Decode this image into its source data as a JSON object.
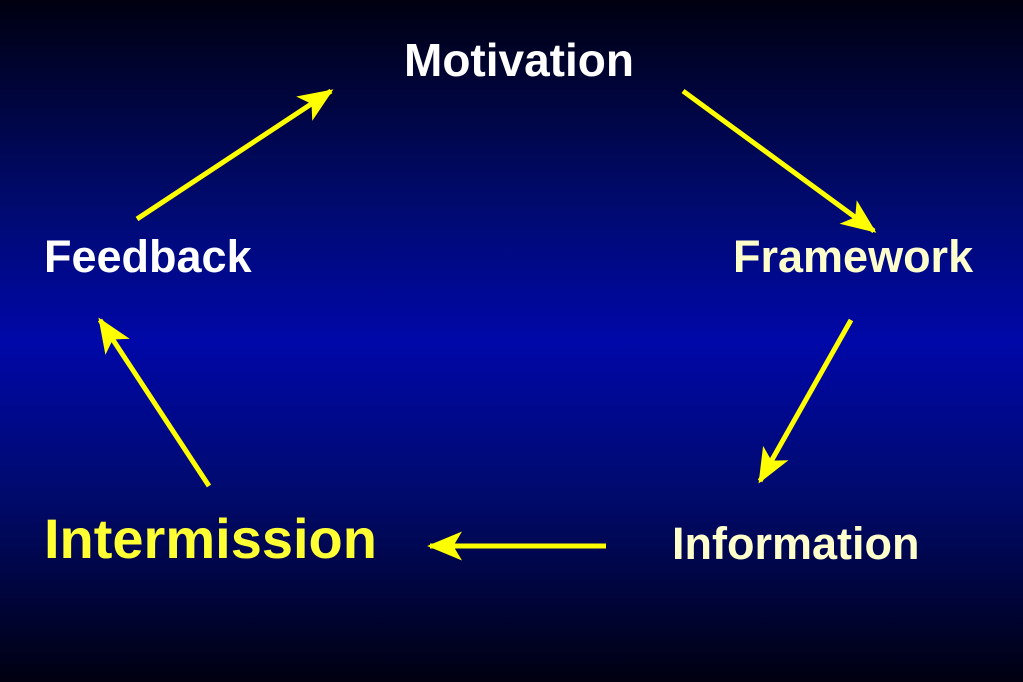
{
  "diagram": {
    "nodes": {
      "motivation": "Motivation",
      "framework": "Framework",
      "information": "Information",
      "intermission": "Intermission",
      "feedback": "Feedback"
    },
    "cycle": [
      "Motivation",
      "Framework",
      "Information",
      "Intermission",
      "Feedback"
    ],
    "colors": {
      "background_top": "#000010",
      "background_mid": "#0008a8",
      "arrow": "#ffff00",
      "text_white": "#ffffff",
      "text_yellow": "#ffff33",
      "text_cream": "#ffffcc"
    }
  }
}
